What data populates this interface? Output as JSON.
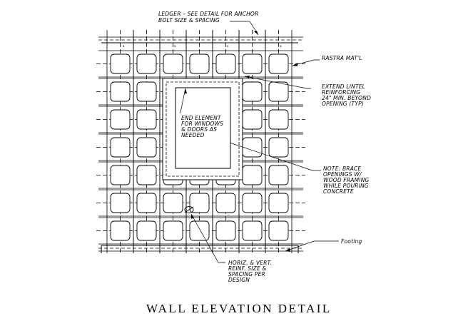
{
  "title": "WALL ELEVATION DETAIL",
  "callouts": {
    "ledger": [
      "LEDGER – SEE DETAIL FOR ANCHOR",
      "BOLT SIZE & SPACING"
    ],
    "rastra": [
      "RASTRA MAT'L"
    ],
    "lintel": [
      "EXTEND LINTEL",
      "REINFORCING",
      "24\" MIN. BEYOND",
      "OPENING (TYP)"
    ],
    "end_element": [
      "END ELEMENT",
      "FOR WINDOWS",
      "& DOORS AS",
      "NEEDED"
    ],
    "brace": [
      "NOTE: BRACE",
      "OPENINGS W/",
      "WOOD FRAMING",
      "WHILE POURING",
      "CONCRETE"
    ],
    "footing": [
      "Footing"
    ],
    "reinf": [
      "HORIZ. & VERT.",
      "REINF. SIZE &",
      "SPACING PER",
      "DESIGN"
    ]
  },
  "ledger_marks": [
    "a",
    "a",
    "a",
    "a",
    "a"
  ],
  "colors": {
    "line": "#000000",
    "background": "#ffffff"
  }
}
